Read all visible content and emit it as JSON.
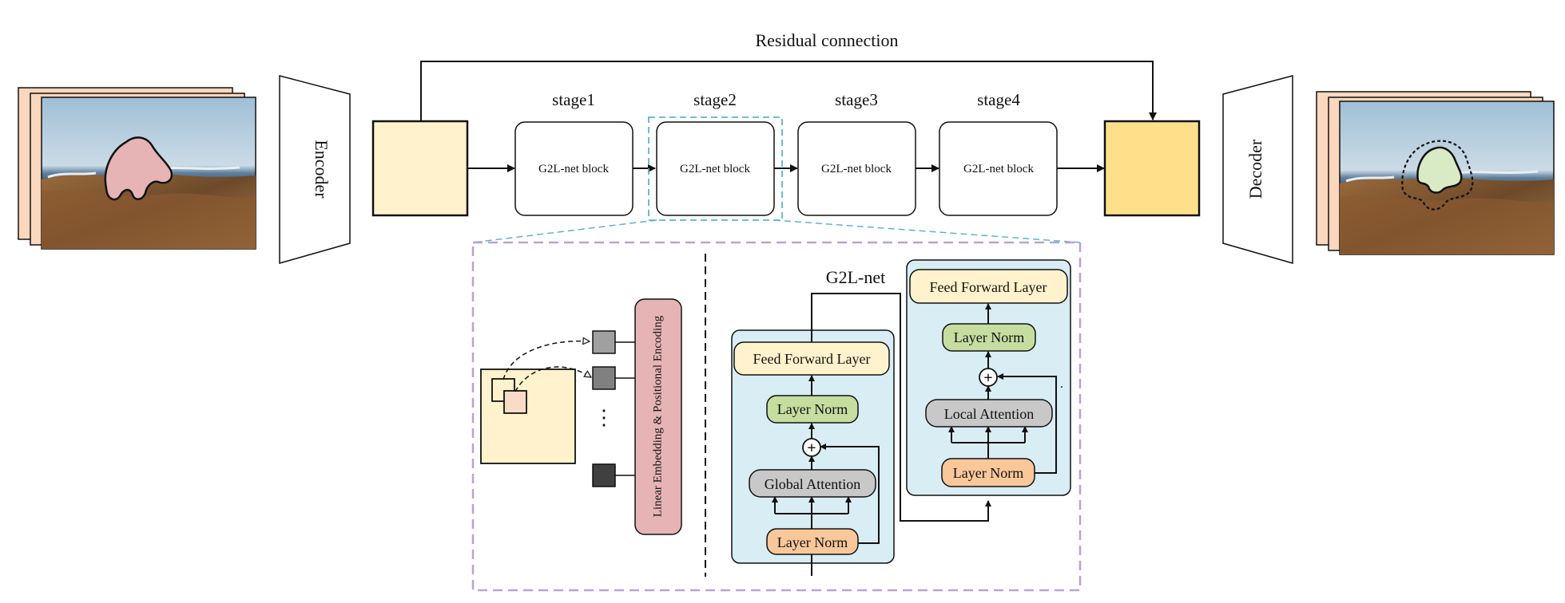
{
  "labels": {
    "residual": "Residual connection",
    "encoder": "Encoder",
    "decoder": "Decoder",
    "g2lnet": "G2L-net",
    "embedding": "Linear Embedding & Positional Encoding",
    "ellipsis": "⋮",
    "dot": "."
  },
  "stages": [
    {
      "title": "stage1",
      "block": "G2L-net block"
    },
    {
      "title": "stage2",
      "block": "G2L-net block"
    },
    {
      "title": "stage3",
      "block": "G2L-net block"
    },
    {
      "title": "stage4",
      "block": "G2L-net block"
    }
  ],
  "global_branch": {
    "ffn": "Feed Forward Layer",
    "norm_top": "Layer Norm",
    "attention": "Global Attention",
    "norm_bottom": "Layer Norm"
  },
  "local_branch": {
    "ffn": "Feed Forward Layer",
    "norm_top": "Layer Norm",
    "attention": "Local Attention",
    "norm_bottom": "Layer Norm"
  },
  "colors": {
    "feature_light": "#fff2cc",
    "feature_dark": "#ffe08a",
    "panel_blue": "#d9edf5",
    "ffn_fill": "#fff2cc",
    "norm_green": "#c5dea0",
    "attn_gray": "#c8c8c8",
    "norm_orange": "#f8c79a",
    "embed_pink": "#e6b4b4",
    "frame_peach": "#fbd7bd",
    "dash_blue": "#5bb4d2",
    "dash_purple": "#b9a2d4",
    "mask_pink": "#e6b4b4",
    "mask_green": "#d9ebc4"
  }
}
